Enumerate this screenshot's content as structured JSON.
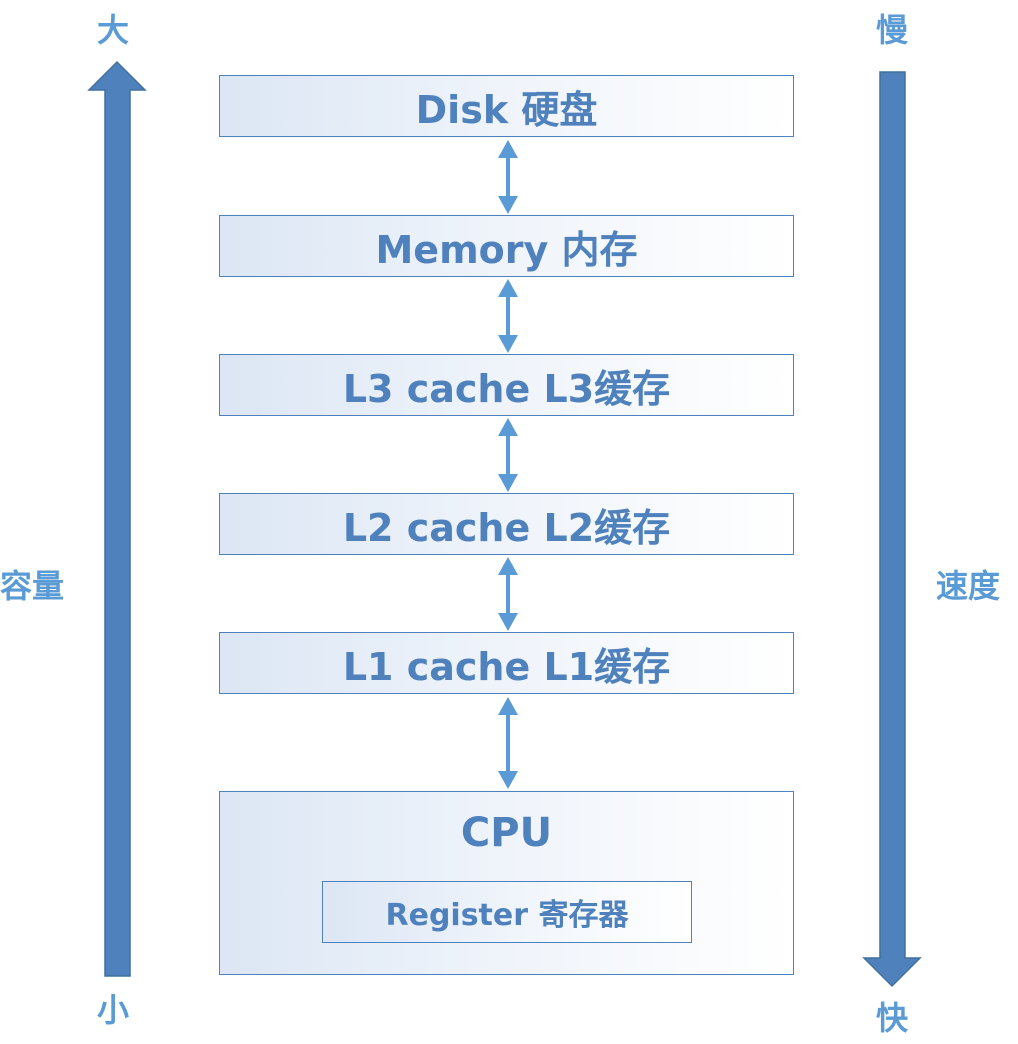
{
  "capacity": {
    "top_label": "大",
    "bottom_label": "小",
    "axis_label": "容量"
  },
  "speed": {
    "top_label": "慢",
    "bottom_label": "快",
    "axis_label": "速度"
  },
  "levels": [
    {
      "label": "Disk 硬盘"
    },
    {
      "label": "Memory 内存"
    },
    {
      "label": "L3 cache L3缓存"
    },
    {
      "label": "L2 cache L2缓存"
    },
    {
      "label": "L1 cache L1缓存"
    }
  ],
  "cpu": {
    "label": "CPU",
    "register_label": "Register 寄存器"
  },
  "colors": {
    "arrow_fill": "#4f81bd",
    "box_border": "#4f81bd",
    "text": "#4f81bd",
    "side_text": "#5b9bd5",
    "connector": "#5b9bd5"
  }
}
